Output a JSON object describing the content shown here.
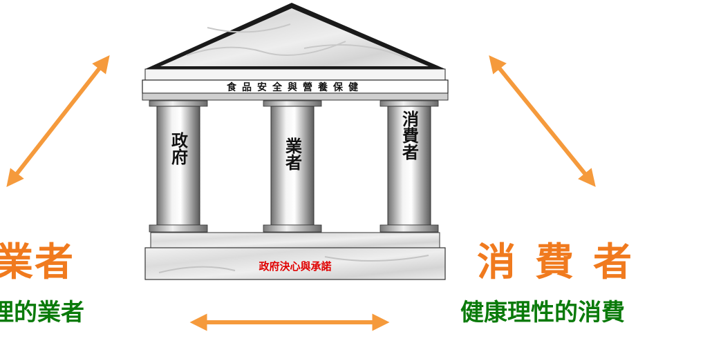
{
  "diagram": {
    "roof_banner": "食品安全與營養保健",
    "pillars": [
      {
        "label": "政府"
      },
      {
        "label": "業者"
      },
      {
        "label": "消費者"
      }
    ],
    "foundation_label": "政府決心與承諾",
    "left": {
      "title": "業者",
      "subtitle": "理的業者"
    },
    "right": {
      "title": "消費者",
      "subtitle": "健康理性的消費"
    }
  },
  "colors": {
    "arrow": "#f59a3c",
    "title": "#f07a1e",
    "subtitle": "#0a7a0a",
    "foundation_text": "#e00000",
    "marble": "#e6e6e6"
  }
}
